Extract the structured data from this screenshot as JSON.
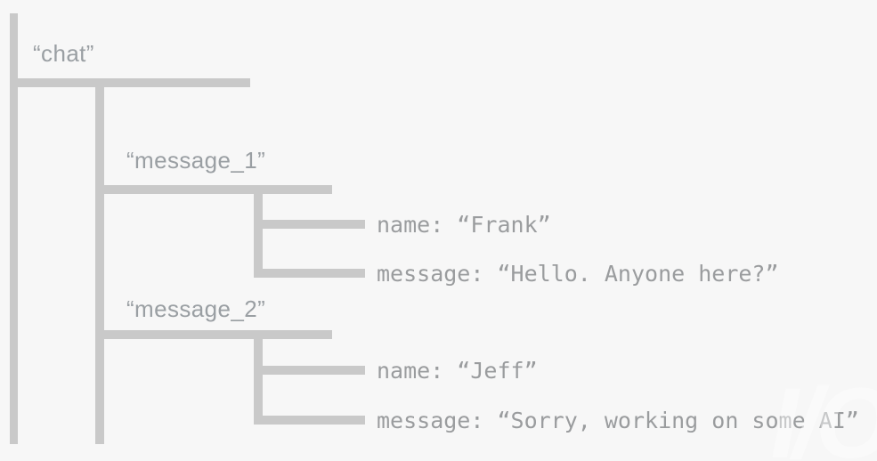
{
  "colors": {
    "background": "#f7f7f7",
    "line": "#c9c9c9",
    "node_label_text": "#9a9fa3",
    "leaf_text": "#9a9c9e",
    "watermark": "#ffffff"
  },
  "tree": {
    "root": {
      "label": "“chat”"
    },
    "nodes": [
      {
        "label": "“message_1”",
        "fields": [
          {
            "text": "name: “Frank”"
          },
          {
            "text": "message: “Hello. Anyone here?”"
          }
        ]
      },
      {
        "label": "“message_2”",
        "fields": [
          {
            "text": "name: “Jeff”"
          },
          {
            "text": "message: “Sorry, working on some AI”"
          }
        ]
      }
    ]
  },
  "watermark": {
    "text": "I/O"
  }
}
